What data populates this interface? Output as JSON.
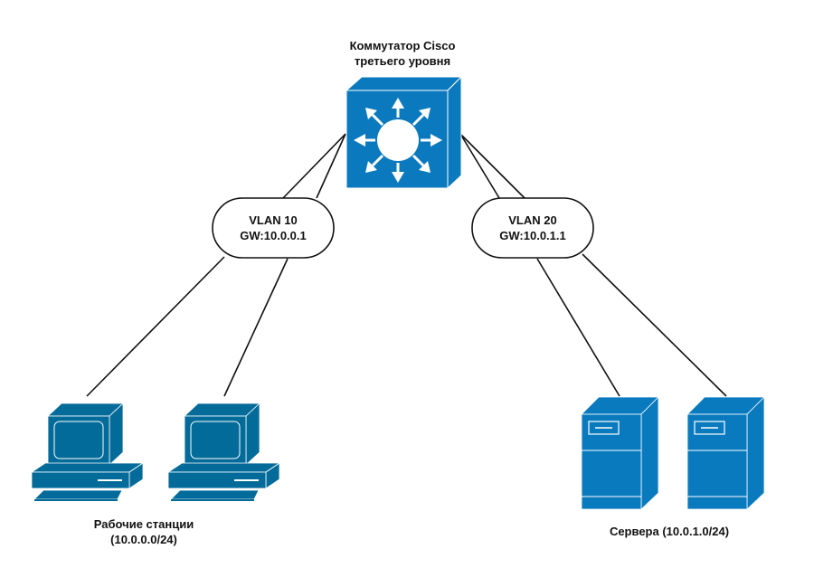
{
  "diagram": {
    "switch": {
      "label_line1": "Коммутатор Cisco",
      "label_line2": "третьего уровня",
      "icon": "layer3-switch-icon"
    },
    "vlans": [
      {
        "name": "VLAN 10",
        "gateway": "GW:10.0.0.1"
      },
      {
        "name": "VLAN 20",
        "gateway": "GW:10.0.1.1"
      }
    ],
    "workstations": {
      "label_line1": "Рабочие станции",
      "label_line2": "(10.0.0.0/24)",
      "count": 2,
      "icon": "workstation-icon"
    },
    "servers": {
      "label": "Сервера (10.0.1.0/24)",
      "count": 2,
      "icon": "server-icon"
    },
    "colors": {
      "switch_blue": "#0b79bd",
      "switch_dark": "#0a6aa6",
      "pc_blue": "#036b9a",
      "server_blue": "#0a7abf",
      "line": "#111111"
    }
  }
}
